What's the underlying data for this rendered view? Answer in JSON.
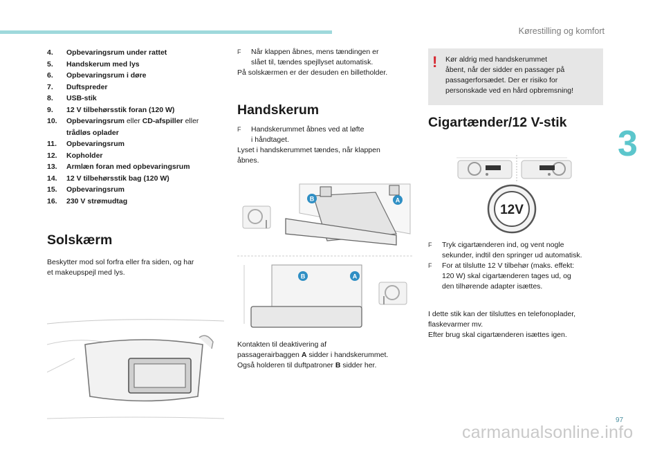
{
  "header": {
    "title": "Kørestilling og komfort",
    "chapter": "3",
    "page": "97"
  },
  "list": [
    {
      "num": "4.",
      "text": "Opbevaringsrum under rattet"
    },
    {
      "num": "5.",
      "text": "Handskerum med lys"
    },
    {
      "num": "6.",
      "text": "Opbevaringsrum i døre"
    },
    {
      "num": "7.",
      "text": "Duftspreder"
    },
    {
      "num": "8.",
      "text": "USB-stik"
    },
    {
      "num": "9.",
      "text": "12 V tilbehørsstik foran (120 W)"
    },
    {
      "num": "10.",
      "text_a": "Opbevaringsrum",
      "text_b": " eller ",
      "text_c": "CD-afspiller",
      "text_d": " eller",
      "text_e": "trådløs oplader"
    },
    {
      "num": "11.",
      "text": "Opbevaringsrum"
    },
    {
      "num": "12.",
      "text": "Kopholder"
    },
    {
      "num": "13.",
      "text": "Armlæn foran med opbevaringsrum"
    },
    {
      "num": "14.",
      "text": "12 V tilbehørsstik bag (120 W)"
    },
    {
      "num": "15.",
      "text": "Opbevaringsrum"
    },
    {
      "num": "16.",
      "text": "230 V strømudtag"
    }
  ],
  "solskaerm": {
    "heading": "Solskærm",
    "text1": "Beskytter mod sol forfra eller fra siden, og har",
    "text2": "et makeupspejl med lys."
  },
  "col2_top": {
    "bullet1": "Når klappen åbnes, mens tændingen er",
    "bullet2": "slået til, tændes spejllyset automatisk.",
    "line3": "På solskærmen er der desuden en billetholder."
  },
  "handskerum": {
    "heading": "Handskerum",
    "bullet1": "Handskerummet åbnes ved at løfte",
    "bullet2": "i håndtaget.",
    "line3": "Lyset i handskerummet tændes, når klappen",
    "line4": "åbnes.",
    "note1": "Kontakten til deaktivering af",
    "note2a": "passagerairbaggen ",
    "note2b": "A",
    "note2c": " sidder i handskerummet.",
    "note3a": "Også holderen til duftpatroner ",
    "note3b": "B",
    "note3c": " sidder her.",
    "label_a": "A",
    "label_b": "B"
  },
  "warning": {
    "mark": "!",
    "l1": "Kør aldrig med handskerummet",
    "l2": "åbent, når der sidder en passager på",
    "l3": "passagerforsædet. Der er risiko for",
    "l4": "personskade ved en hård opbremsning!"
  },
  "cigar": {
    "heading": "Cigartænder/12 V-stik",
    "socket_label": "12V",
    "b1a": "Tryk cigartænderen ind, og vent nogle",
    "b1b": "sekunder, indtil den springer ud automatisk.",
    "b2a": "For at tilslutte 12 V tilbehør (maks. effekt:",
    "b2b": "120 W) skal cigartænderen tages ud, og",
    "b2c": "den tilhørende adapter isættes.",
    "p1": "I dette stik kan der tilsluttes en telefonoplader,",
    "p2": "flaskevarmer mv.",
    "p3": "Efter brug skal cigartænderen isættes igen."
  },
  "bullet_glyph": "F",
  "watermark": "carmanualsonline.info",
  "colors": {
    "accent": "#5cc6cc",
    "warning": "#d6262f",
    "label": "#2f8fc4"
  }
}
